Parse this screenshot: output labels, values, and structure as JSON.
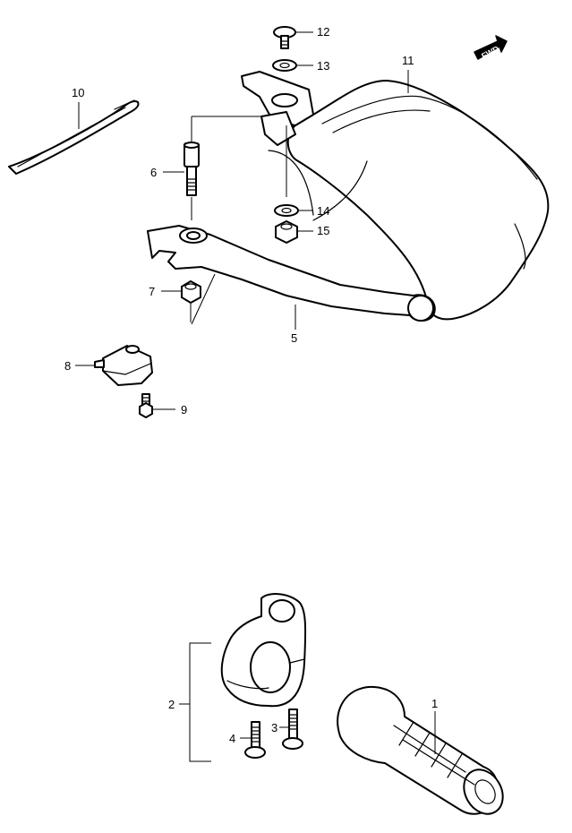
{
  "direction_badge": {
    "label": "FWD",
    "icon": "forward-arrow-icon"
  },
  "callouts": {
    "p1": "1",
    "p2": "2",
    "p3": "3",
    "p4": "4",
    "p5": "5",
    "p6": "6",
    "p7": "7",
    "p8": "8",
    "p9": "9",
    "p10": "10",
    "p11": "11",
    "p12": "12",
    "p13": "13",
    "p14": "14",
    "p15": "15"
  },
  "colors": {
    "line": "#000000",
    "background": "#ffffff"
  }
}
